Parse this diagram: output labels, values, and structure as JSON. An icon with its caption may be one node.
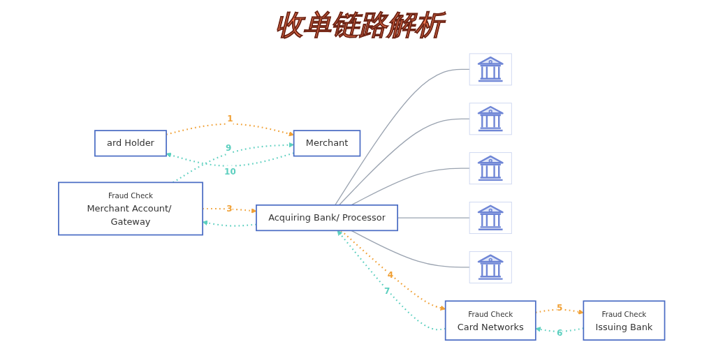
{
  "diagram": {
    "title": "收单链路解析",
    "nodes": [
      {
        "text": [
          "ard Holder"
        ]
      },
      {
        "text": [
          "Merchant"
        ]
      },
      {
        "text": [
          "Fraud Check",
          "Merchant Account/ Gateway"
        ]
      },
      {
        "text": [
          "Acquiring Bank/ Processor"
        ]
      },
      {
        "text": [],
        "shape": "picture"
      },
      {
        "text": [],
        "shape": "picture"
      },
      {
        "text": [],
        "shape": "picture"
      },
      {
        "text": [],
        "shape": "picture"
      },
      {
        "text": [],
        "shape": "picture"
      },
      {
        "text": [
          "Fraud Check",
          "Card Networks"
        ]
      },
      {
        "text": [
          "Fraud Check",
          "Issuing Bank"
        ]
      }
    ],
    "edges": [
      {
        "from": 0,
        "to": 1,
        "arrow": "to",
        "label": "1",
        "style": "dashed",
        "color": "#f0a035"
      },
      {
        "from": 2,
        "to": 3,
        "arrow": "to",
        "label": "3",
        "style": "dashed",
        "color": "#f0a035"
      },
      {
        "from": 3,
        "to": 9,
        "arrow": "to",
        "label": "4",
        "style": "dashed",
        "color": "#f0a035"
      },
      {
        "from": 9,
        "to": 10,
        "arrow": "to",
        "label": "5",
        "style": "dashed",
        "color": "#f0a035"
      },
      {
        "from": 10,
        "to": 9,
        "arrow": "to",
        "label": "6",
        "style": "dashed",
        "color": "#5ccfbf"
      },
      {
        "from": 9,
        "to": 3,
        "arrow": "to",
        "label": "7",
        "style": "dashed",
        "color": "#5ccfbf"
      },
      {
        "from": 3,
        "to": 2,
        "arrow": "to",
        "style": "dashed",
        "color": "#5ccfbf"
      },
      {
        "from": 2,
        "to": 1,
        "arrow": "to",
        "label": "9",
        "style": "dashed",
        "color": "#5ccfbf"
      },
      {
        "from": 1,
        "to": 0,
        "arrow": "to",
        "label": "10",
        "style": "dashed",
        "color": "#5ccfbf"
      },
      {
        "from": 3,
        "to": 4,
        "arrow": "none"
      },
      {
        "from": 3,
        "to": 5,
        "arrow": "none"
      },
      {
        "from": 3,
        "to": 6,
        "arrow": "none"
      },
      {
        "from": 3,
        "to": 7,
        "arrow": "none"
      },
      {
        "from": 3,
        "to": 8,
        "arrow": "none"
      }
    ]
  }
}
